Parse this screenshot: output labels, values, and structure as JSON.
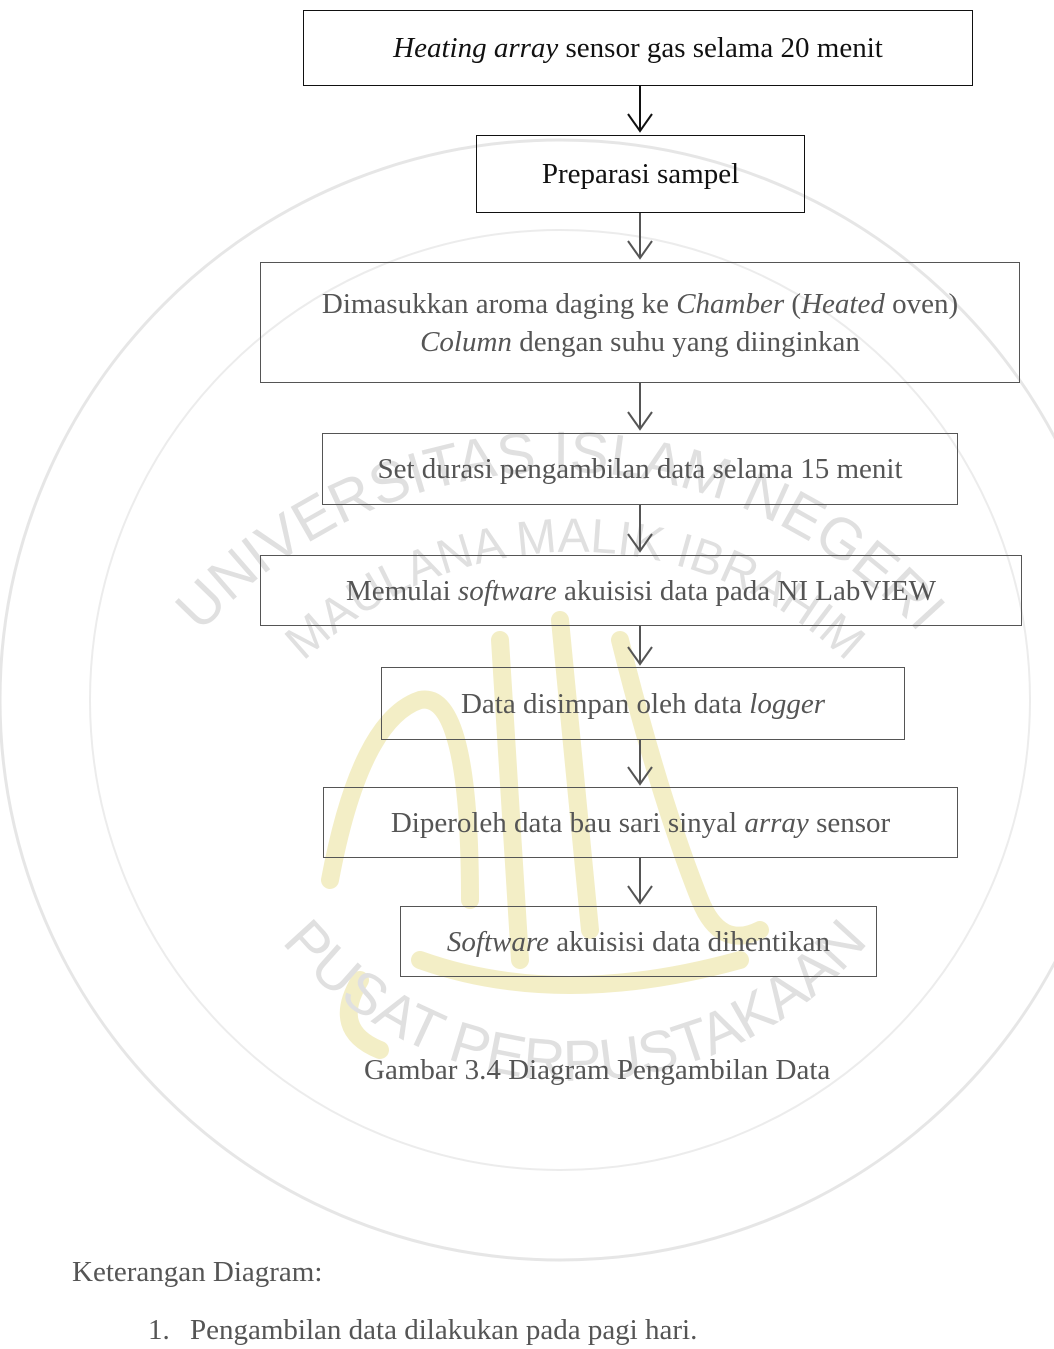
{
  "diagram": {
    "steps": [
      {
        "segments": [
          {
            "t": "Heating array",
            "i": true
          },
          {
            "t": " sensor gas selama 20 menit",
            "i": false
          }
        ]
      },
      {
        "segments": [
          {
            "t": "Preparasi sampel",
            "i": false
          }
        ]
      },
      {
        "line1": [
          {
            "t": "Dimasukkan aroma daging ke ",
            "i": false
          },
          {
            "t": "Chamber",
            "i": true
          },
          {
            "t": " (",
            "i": false
          },
          {
            "t": "Heated",
            "i": true
          },
          {
            "t": " oven)",
            "i": false
          }
        ],
        "line2": [
          {
            "t": "Column",
            "i": true
          },
          {
            "t": " dengan suhu yang diinginkan",
            "i": false
          }
        ]
      },
      {
        "segments": [
          {
            "t": "Set durasi pengambilan data selama 15 menit",
            "i": false
          }
        ]
      },
      {
        "segments": [
          {
            "t": "Memulai ",
            "i": false
          },
          {
            "t": "software",
            "i": true
          },
          {
            "t": " akuisisi data pada NI LabVIEW",
            "i": false
          }
        ]
      },
      {
        "segments": [
          {
            "t": "Data disimpan oleh data ",
            "i": false
          },
          {
            "t": "logger",
            "i": true
          }
        ]
      },
      {
        "segments": [
          {
            "t": "Diperoleh data bau sari sinyal ",
            "i": false
          },
          {
            "t": "array",
            "i": true
          },
          {
            "t": " sensor",
            "i": false
          }
        ]
      },
      {
        "segments": [
          {
            "t": "Software",
            "i": true
          },
          {
            "t": " akuisisi data dihentikan",
            "i": false
          }
        ]
      }
    ]
  },
  "caption": "Gambar 3.4 Diagram Pengambilan Data",
  "notes": {
    "heading": "Keterangan Diagram:",
    "items": [
      {
        "number": "1.",
        "text": "Pengambilan data dilakukan pada pagi hari."
      }
    ]
  },
  "watermark": {
    "arc_text_top": "UNIVERSITAS ISLAM NEGERI",
    "arc_text_mid": "MAULANA MALIK IBRAHIM",
    "arc_text_bottom": "PUSAT PERPUSTAKAAN",
    "ring_color": "#e3e3e3",
    "calligraphy_color": "#f2eec8"
  }
}
